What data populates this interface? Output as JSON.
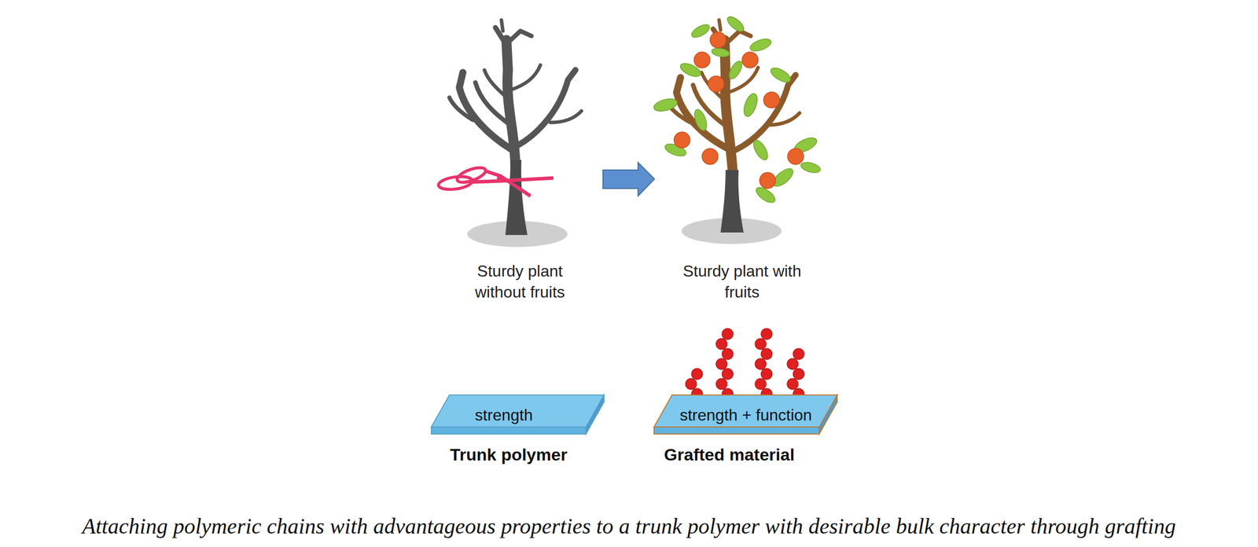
{
  "diagram": {
    "caption": "Attaching polymeric chains with advantageous properties to a trunk polymer with desirable bulk character through grafting",
    "nodes": [
      {
        "text": [
          "strength",
          "Trunk polymer"
        ]
      },
      {
        "text": [
          "strength + function",
          "Grafted material"
        ]
      }
    ],
    "labels": [
      "Sturdy plant without fruits",
      "Sturdy plant with fruits"
    ]
  }
}
